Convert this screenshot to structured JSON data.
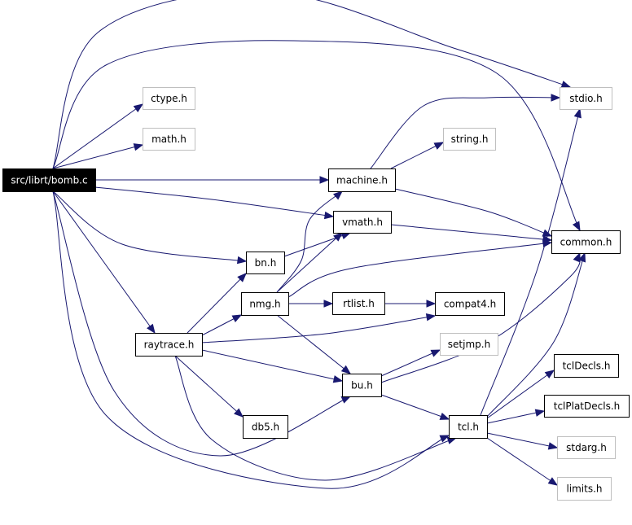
{
  "colors": {
    "edge": "#191970",
    "root_fill": "#000000",
    "root_text": "#ffffff",
    "node_border": "#000000",
    "external_border": "#bfbfbf",
    "node_text": "#000000"
  },
  "nodes": [
    {
      "id": "bomb",
      "label": "src/librt/bomb.c",
      "kind": "root"
    },
    {
      "id": "ctype",
      "label": "ctype.h",
      "kind": "external"
    },
    {
      "id": "math",
      "label": "math.h",
      "kind": "external"
    },
    {
      "id": "machine",
      "label": "machine.h",
      "kind": "normal"
    },
    {
      "id": "vmath",
      "label": "vmath.h",
      "kind": "normal"
    },
    {
      "id": "bn",
      "label": "bn.h",
      "kind": "normal"
    },
    {
      "id": "nmg",
      "label": "nmg.h",
      "kind": "normal"
    },
    {
      "id": "raytrace",
      "label": "raytrace.h",
      "kind": "normal"
    },
    {
      "id": "rtlist",
      "label": "rtlist.h",
      "kind": "normal"
    },
    {
      "id": "string",
      "label": "string.h",
      "kind": "external"
    },
    {
      "id": "compat4",
      "label": "compat4.h",
      "kind": "normal"
    },
    {
      "id": "setjmp",
      "label": "setjmp.h",
      "kind": "external"
    },
    {
      "id": "bu",
      "label": "bu.h",
      "kind": "normal"
    },
    {
      "id": "db5",
      "label": "db5.h",
      "kind": "normal"
    },
    {
      "id": "tcl",
      "label": "tcl.h",
      "kind": "normal"
    },
    {
      "id": "stdio",
      "label": "stdio.h",
      "kind": "external"
    },
    {
      "id": "common",
      "label": "common.h",
      "kind": "normal"
    },
    {
      "id": "tclDecls",
      "label": "tclDecls.h",
      "kind": "normal"
    },
    {
      "id": "tclPlatDecls",
      "label": "tclPlatDecls.h",
      "kind": "normal"
    },
    {
      "id": "stdarg",
      "label": "stdarg.h",
      "kind": "external"
    },
    {
      "id": "limits",
      "label": "limits.h",
      "kind": "external"
    }
  ],
  "edges": [
    [
      "bomb",
      "stdio"
    ],
    [
      "bomb",
      "common"
    ],
    [
      "bomb",
      "ctype"
    ],
    [
      "bomb",
      "math"
    ],
    [
      "bomb",
      "machine"
    ],
    [
      "bomb",
      "vmath"
    ],
    [
      "bomb",
      "bn"
    ],
    [
      "bomb",
      "raytrace"
    ],
    [
      "bomb",
      "bu"
    ],
    [
      "bomb",
      "tcl"
    ],
    [
      "machine",
      "stdio"
    ],
    [
      "machine",
      "string"
    ],
    [
      "machine",
      "common"
    ],
    [
      "vmath",
      "common"
    ],
    [
      "bn",
      "vmath"
    ],
    [
      "nmg",
      "machine"
    ],
    [
      "nmg",
      "vmath"
    ],
    [
      "nmg",
      "common"
    ],
    [
      "nmg",
      "rtlist"
    ],
    [
      "nmg",
      "bu"
    ],
    [
      "rtlist",
      "compat4"
    ],
    [
      "raytrace",
      "bn"
    ],
    [
      "raytrace",
      "nmg"
    ],
    [
      "raytrace",
      "compat4"
    ],
    [
      "raytrace",
      "bu"
    ],
    [
      "raytrace",
      "db5"
    ],
    [
      "raytrace",
      "tcl"
    ],
    [
      "bu",
      "setjmp"
    ],
    [
      "bu",
      "common"
    ],
    [
      "bu",
      "tcl"
    ],
    [
      "tcl",
      "stdio"
    ],
    [
      "tcl",
      "common"
    ],
    [
      "tcl",
      "tclDecls"
    ],
    [
      "tcl",
      "tclPlatDecls"
    ],
    [
      "tcl",
      "stdarg"
    ],
    [
      "tcl",
      "limits"
    ]
  ]
}
